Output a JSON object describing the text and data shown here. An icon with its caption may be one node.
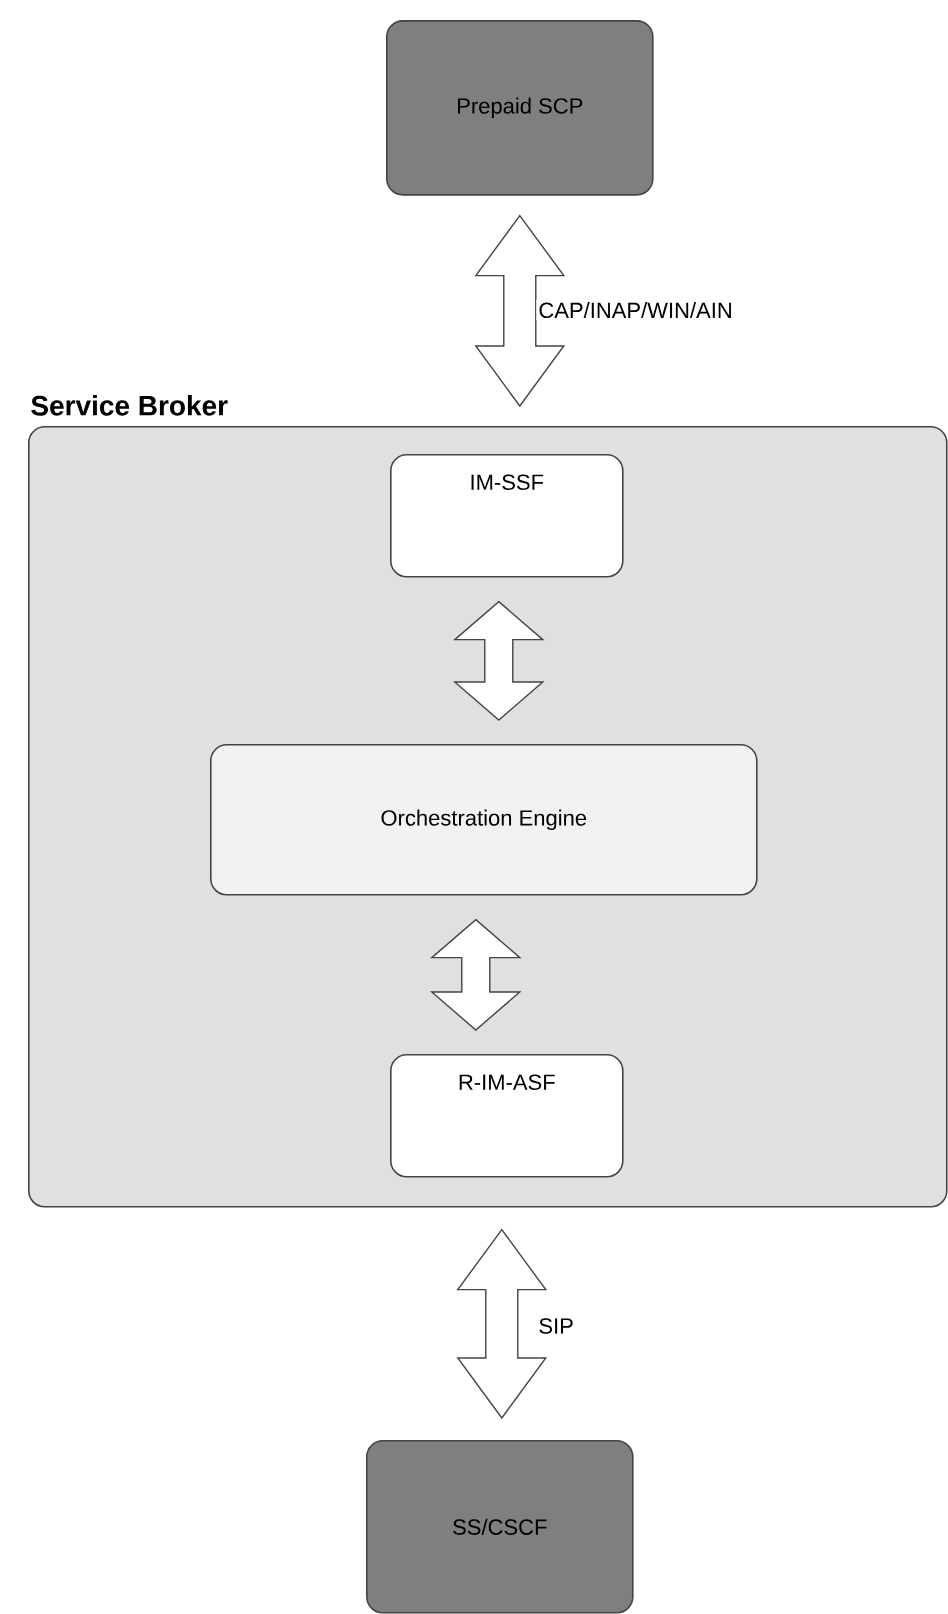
{
  "diagram": {
    "nodes": [
      {
        "text": [
          "Prepaid SCP"
        ]
      },
      {
        "text": [
          "Service Broker"
        ]
      },
      {
        "text": [
          "IM-SSF"
        ],
        "in": 1
      },
      {
        "text": [
          "Orchestration Engine"
        ],
        "in": 1
      },
      {
        "text": [
          "R-IM-ASF"
        ],
        "in": 1
      },
      {
        "text": [
          "SS/CSCF"
        ]
      }
    ],
    "edges": [
      {
        "from": 0,
        "to": 1,
        "arrow": "both",
        "label": "CAP/INAP/WIN/AIN"
      },
      {
        "from": 2,
        "to": 3,
        "arrow": "both"
      },
      {
        "from": 3,
        "to": 4,
        "arrow": "both"
      },
      {
        "from": 1,
        "to": 5,
        "arrow": "both",
        "label": "SIP"
      }
    ]
  }
}
